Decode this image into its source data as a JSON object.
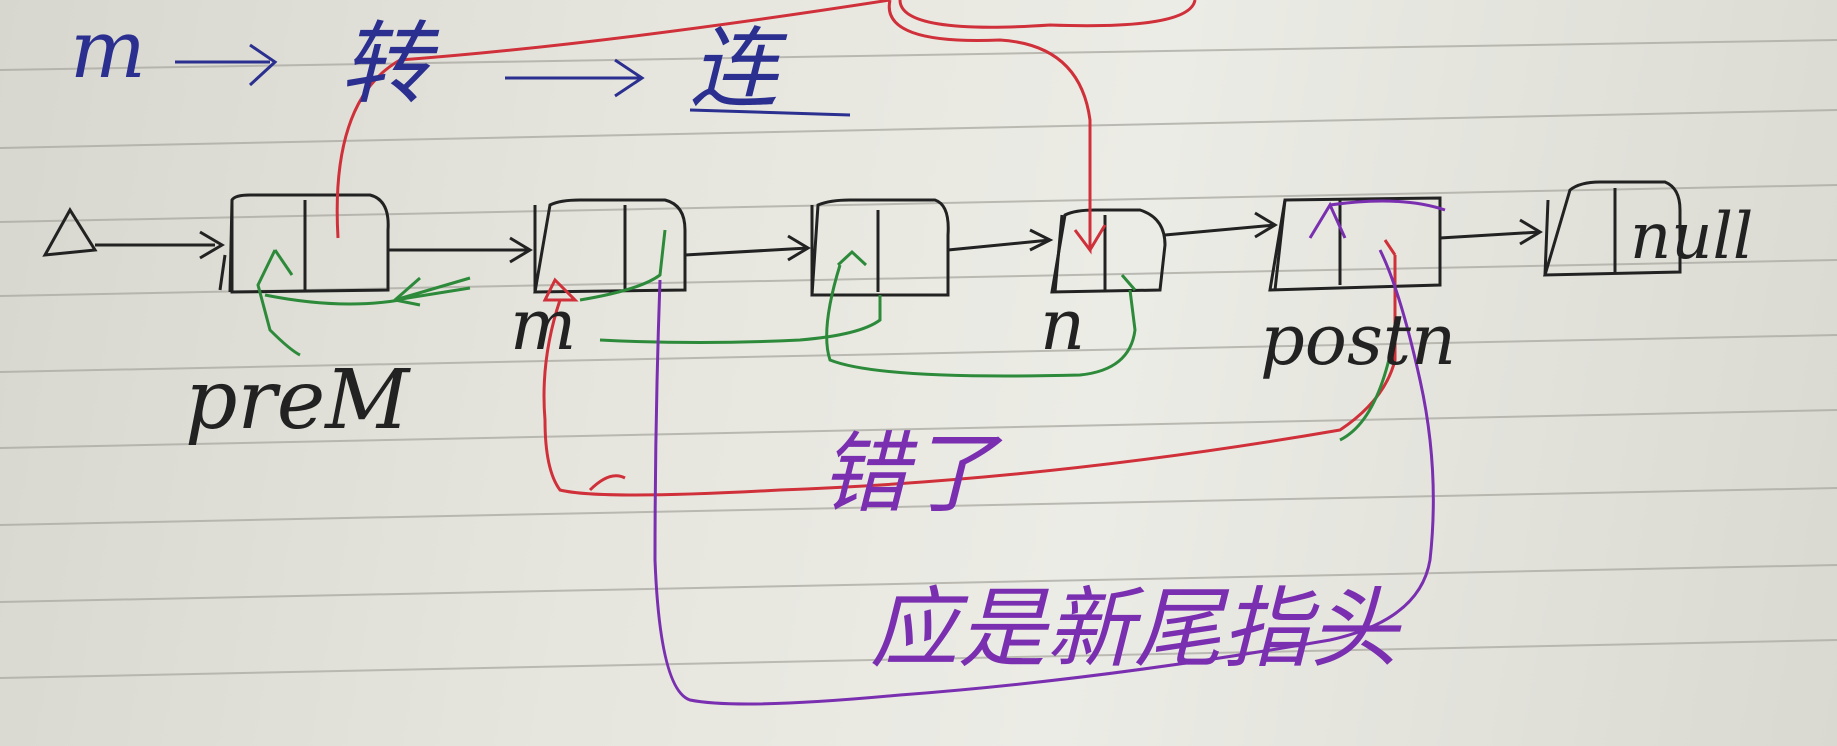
{
  "photo": {
    "subject": "handwritten-linked-list-reversal-notes",
    "ink_colors": {
      "black": "#222222",
      "blue": "#2b2f8f",
      "red": "#d0303a",
      "green": "#2d8a3a",
      "purple": "#7a2fb0"
    },
    "notes": {
      "header_m": "m",
      "header_zhuan": "转",
      "header_lian": "连",
      "nodes": {
        "null_label": "null"
      },
      "labels": {
        "prem": "preM",
        "m": "m",
        "n": "n",
        "postn": "postn"
      },
      "annotation_wrong": "错了",
      "annotation_tail": "应是新尾指头"
    }
  }
}
